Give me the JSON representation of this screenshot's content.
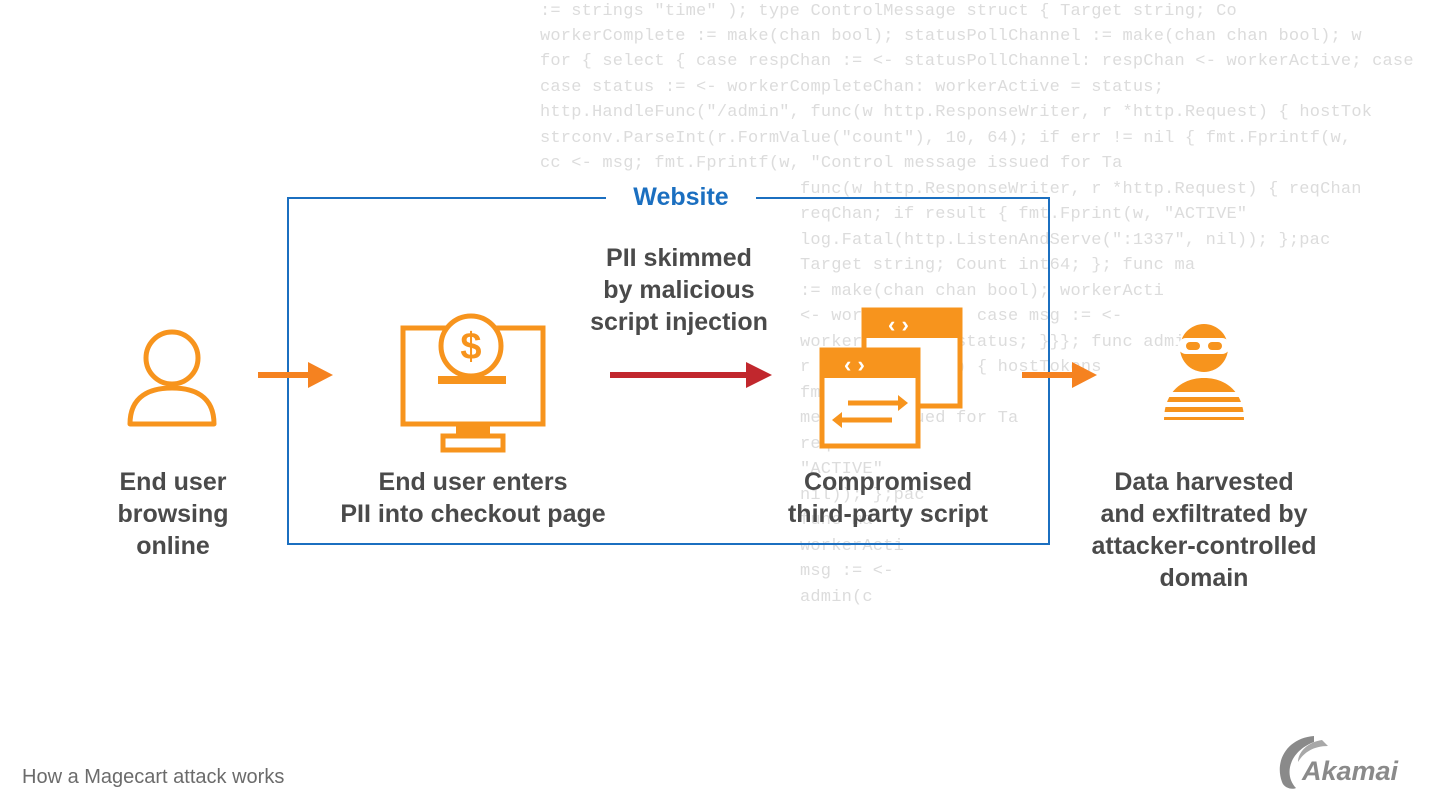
{
  "background_code": [
    "          := strings   \"time\" ); type ControlMessage struct { Target string; Co",
    "         workerComplete := make(chan bool); statusPollChannel := make(chan chan bool); w",
    "         for { select { case respChan := <- statusPollChannel: respChan <- workerActive; case",
    "             case status := <- workerCompleteChan: workerActive = status;",
    "          http.HandleFunc(\"/admin\", func(w http.ResponseWriter, r *http.Request) { hostTok",
    "             strconv.ParseInt(r.FormValue(\"count\"), 10, 64); if err != nil { fmt.Fprintf(w,",
    "             cc <- msg; fmt.Fprintf(w, \"Control message issued for Ta",
    "             func(w http.ResponseWriter, r *http.Request) { reqChan",
    "              reqChan; if result { fmt.Fprint(w, \"ACTIVE\"",
    "             log.Fatal(http.ListenAndServe(\":1337\", nil)); };pac",
    "                       Target string; Count int64; }; func ma",
    "                       := make(chan chan bool); workerActi",
    "                            <- workerActive; case msg := <-",
    "                         workerActive = status; }}}; func admin(c",
    "                         r *http.Request) { hostTokens",
    "                        fmt.Fprintf(w,",
    "                        message issued for Ta",
    "                         reqChan",
    "                         \"ACTIVE\"",
    "                         nil)); };pac",
    "                          func ma",
    "                          workerActi",
    "                           msg := <-",
    "                           admin(c"
  ],
  "website_label": "Website",
  "steps": [
    {
      "lines": [
        "End user",
        "browsing",
        "online"
      ]
    },
    {
      "lines": [
        "End user enters",
        "PII into checkout page"
      ]
    },
    {
      "lines": [
        "Compromised",
        "third-party script"
      ]
    },
    {
      "lines": [
        "Data harvested",
        "and exfiltrated by",
        "attacker-controlled",
        "domain"
      ]
    }
  ],
  "skim_label": [
    "PII skimmed",
    "by malicious",
    "script injection"
  ],
  "footer_title": "How a Magecart attack works",
  "brand_name": "Akamai",
  "icons": [
    "user-icon",
    "monitor-dollar-icon",
    "script-windows-icon",
    "attacker-icon"
  ],
  "colors": {
    "icon_orange": "#f7941d",
    "arrow_orange": "#f58220",
    "arrow_red": "#c1272d",
    "box_blue": "#1b6fc0",
    "caption": "#4a4a4a"
  }
}
